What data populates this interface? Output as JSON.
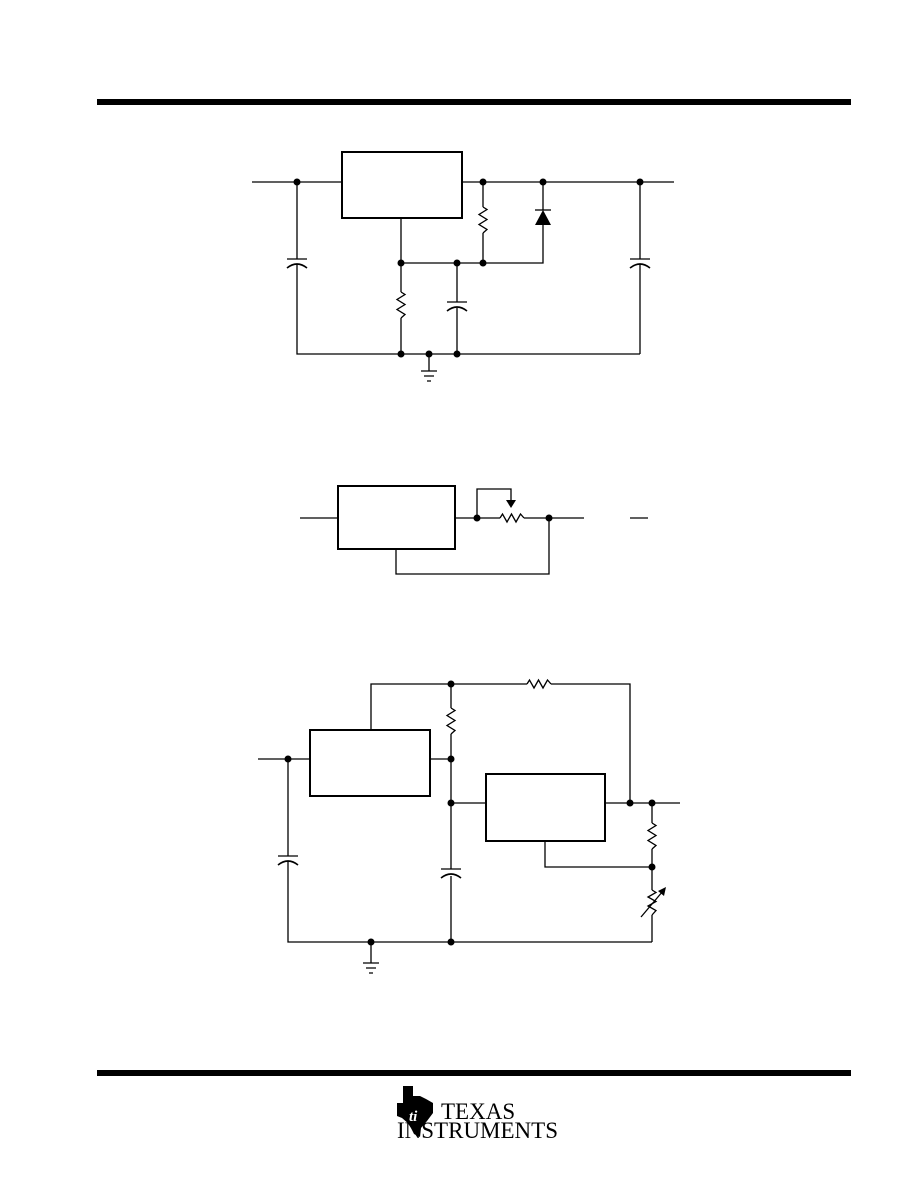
{
  "page": {
    "background": "#ffffff",
    "ink": "#000000"
  },
  "circuits": [
    {
      "name": "circuit-1",
      "components": [
        "regulator-block",
        "input-capacitor",
        "set-resistor",
        "program-resistor",
        "bypass-capacitor",
        "diode",
        "output-capacitor",
        "ground-symbol"
      ]
    },
    {
      "name": "circuit-2",
      "components": [
        "regulator-block",
        "potentiometer"
      ]
    },
    {
      "name": "circuit-3",
      "components": [
        "regulator-block-1",
        "regulator-block-2",
        "input-capacitor",
        "feedback-resistor",
        "set-resistor",
        "bypass-capacitor",
        "output-resistor",
        "variable-resistor",
        "ground-symbol"
      ]
    }
  ],
  "footer": {
    "logo": {
      "icon": "texas-state-icon",
      "word1": "TEXAS",
      "word2": "INSTRUMENTS"
    }
  }
}
